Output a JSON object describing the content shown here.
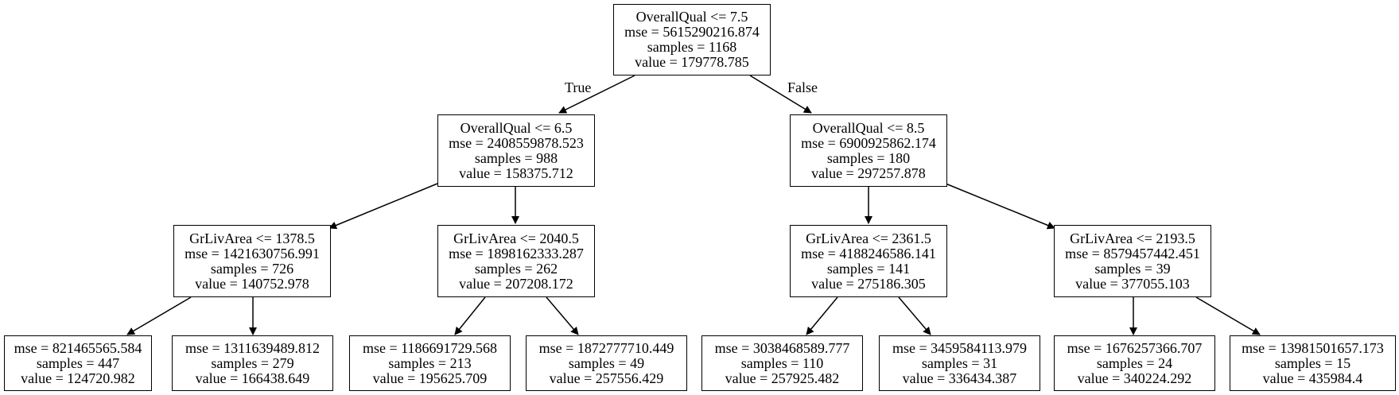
{
  "edge_labels": {
    "true_label": "True",
    "false_label": "False"
  },
  "nodes": {
    "root": {
      "lines": [
        "OverallQual <= 7.5",
        "mse = 5615290216.874",
        "samples = 1168",
        "value = 179778.785"
      ]
    },
    "n1": {
      "lines": [
        "OverallQual <= 6.5",
        "mse = 2408559878.523",
        "samples = 988",
        "value = 158375.712"
      ]
    },
    "n2": {
      "lines": [
        "OverallQual <= 8.5",
        "mse = 6900925862.174",
        "samples = 180",
        "value = 297257.878"
      ]
    },
    "n3": {
      "lines": [
        "GrLivArea <= 1378.5",
        "mse = 1421630756.991",
        "samples = 726",
        "value = 140752.978"
      ]
    },
    "n4": {
      "lines": [
        "GrLivArea <= 2040.5",
        "mse = 1898162333.287",
        "samples = 262",
        "value = 207208.172"
      ]
    },
    "n5": {
      "lines": [
        "GrLivArea <= 2361.5",
        "mse = 4188246586.141",
        "samples = 141",
        "value = 275186.305"
      ]
    },
    "n6": {
      "lines": [
        "GrLivArea <= 2193.5",
        "mse = 8579457442.451",
        "samples = 39",
        "value = 377055.103"
      ]
    },
    "leaf1": {
      "lines": [
        "mse = 821465565.584",
        "samples = 447",
        "value = 124720.982"
      ]
    },
    "leaf2": {
      "lines": [
        "mse = 1311639489.812",
        "samples = 279",
        "value = 166438.649"
      ]
    },
    "leaf3": {
      "lines": [
        "mse = 1186691729.568",
        "samples = 213",
        "value = 195625.709"
      ]
    },
    "leaf4": {
      "lines": [
        "mse = 1872777710.449",
        "samples = 49",
        "value = 257556.429"
      ]
    },
    "leaf5": {
      "lines": [
        "mse = 3038468589.777",
        "samples = 110",
        "value = 257925.482"
      ]
    },
    "leaf6": {
      "lines": [
        "mse = 3459584113.979",
        "samples = 31",
        "value = 336434.387"
      ]
    },
    "leaf7": {
      "lines": [
        "mse = 1676257366.707",
        "samples = 24",
        "value = 340224.292"
      ]
    },
    "leaf8": {
      "lines": [
        "mse = 13981501657.173",
        "samples = 15",
        "value = 435984.4"
      ]
    }
  }
}
